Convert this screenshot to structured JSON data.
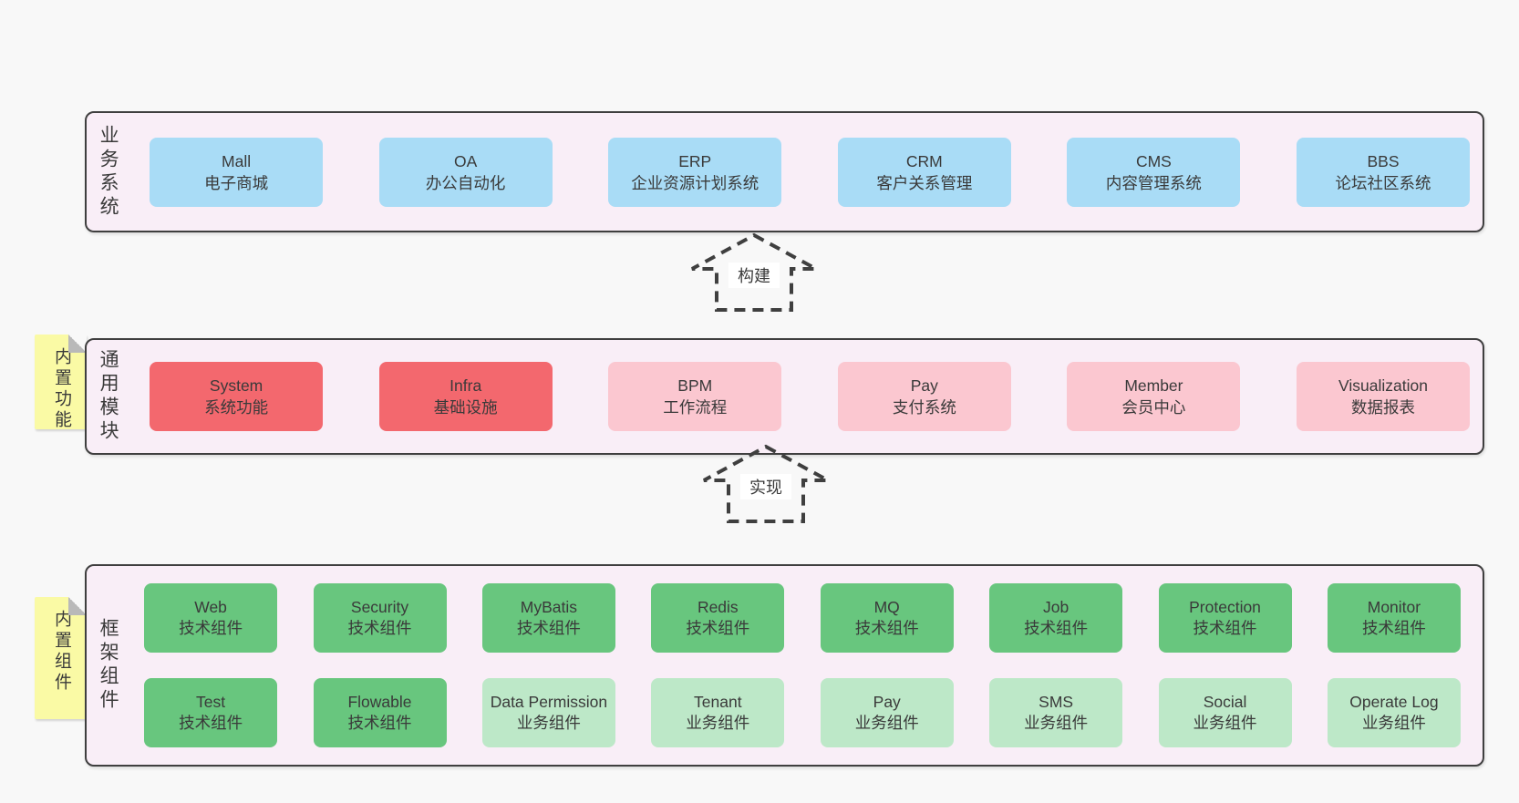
{
  "colors": {
    "page-bg": "#f8f8f8",
    "container-bg": "#f9eef7",
    "container-border": "#3f3f3f",
    "box-blue": "#a9dcf6",
    "box-red": "#f3686e",
    "box-pink": "#fbc7d0",
    "box-green": "#68c67e",
    "box-green-light": "#bde8c8",
    "note-bg": "#fafaa5",
    "note-fold": "#b9b9b9",
    "text": "#3a3a3a"
  },
  "layers": {
    "business": {
      "label": "业务系统",
      "boxes": [
        {
          "title": "Mall",
          "subtitle": "电子商城"
        },
        {
          "title": "OA",
          "subtitle": "办公自动化"
        },
        {
          "title": "ERP",
          "subtitle": "企业资源计划系统"
        },
        {
          "title": "CRM",
          "subtitle": "客户关系管理"
        },
        {
          "title": "CMS",
          "subtitle": "内容管理系统"
        },
        {
          "title": "BBS",
          "subtitle": "论坛社区系统"
        }
      ]
    },
    "modules": {
      "label": "通用模块",
      "note": "内置功能",
      "boxes": [
        {
          "title": "System",
          "subtitle": "系统功能"
        },
        {
          "title": "Infra",
          "subtitle": "基础设施"
        },
        {
          "title": "BPM",
          "subtitle": "工作流程"
        },
        {
          "title": "Pay",
          "subtitle": "支付系统"
        },
        {
          "title": "Member",
          "subtitle": "会员中心"
        },
        {
          "title": "Visualization",
          "subtitle": "数据报表"
        }
      ]
    },
    "components": {
      "label": "框架组件",
      "note": "内置组件",
      "row1": [
        {
          "title": "Web",
          "subtitle": "技术组件"
        },
        {
          "title": "Security",
          "subtitle": "技术组件"
        },
        {
          "title": "MyBatis",
          "subtitle": "技术组件"
        },
        {
          "title": "Redis",
          "subtitle": "技术组件"
        },
        {
          "title": "MQ",
          "subtitle": "技术组件"
        },
        {
          "title": "Job",
          "subtitle": "技术组件"
        },
        {
          "title": "Protection",
          "subtitle": "技术组件"
        },
        {
          "title": "Monitor",
          "subtitle": "技术组件"
        }
      ],
      "row2": [
        {
          "title": "Test",
          "subtitle": "技术组件"
        },
        {
          "title": "Flowable",
          "subtitle": "技术组件"
        },
        {
          "title": "Data Permission",
          "subtitle": "业务组件"
        },
        {
          "title": "Tenant",
          "subtitle": "业务组件"
        },
        {
          "title": "Pay",
          "subtitle": "业务组件"
        },
        {
          "title": "SMS",
          "subtitle": "业务组件"
        },
        {
          "title": "Social",
          "subtitle": "业务组件"
        },
        {
          "title": "Operate Log",
          "subtitle": "业务组件"
        }
      ]
    }
  },
  "arrows": {
    "build": "构建",
    "implement": "实现"
  }
}
